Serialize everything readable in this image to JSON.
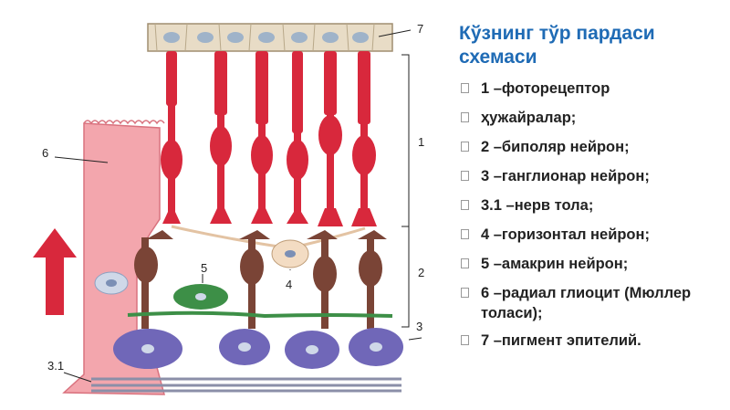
{
  "title": "Кўзнинг тўр пардаси схемаси",
  "legend": [
    "1 –фоторецептор",
    "ҳужайралар;",
    "2 –биполяр нейрон;",
    "3 –ганглионар нейрон;",
    "3.1 –нерв тола;",
    "4 –горизонтал нейрон;",
    "5 –амакрин нейрон;",
    "6 –радиал глиоцит (Мюллер толаси);",
    "7 –пигмент эпителий."
  ],
  "diagram_labels": {
    "l1": "1",
    "l2": "2",
    "l3": "3",
    "l4": "4",
    "l5": "5",
    "l6": "6",
    "l7": "7",
    "l31": "3.1"
  },
  "colors": {
    "title": "#1f6bb5",
    "photoreceptor": "#d8283c",
    "bipolar": "#7a4436",
    "ganglion": "#7067b8",
    "horizontal": "#f3dcc3",
    "amacrine": "#3d8f47",
    "muller": "#f3a6ad",
    "epithelium": "#e8dcc6",
    "arrow": "#d8283c"
  },
  "icons": {
    "bullet": "square-bullet-icon"
  }
}
